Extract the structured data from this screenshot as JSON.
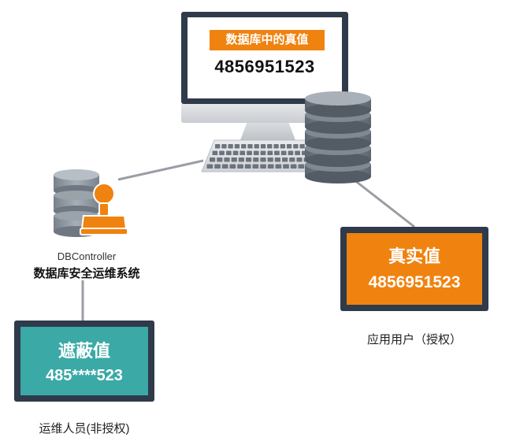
{
  "monitor": {
    "label": "数据库中的真值",
    "value": "4856951523"
  },
  "authorized_user": {
    "title": "真实值",
    "value": "4856951523",
    "caption": "应用用户（授权）"
  },
  "controller": {
    "name": "DBController",
    "description": "数据库安全运维系统"
  },
  "ops_user": {
    "title": "遮蔽值",
    "value": "485****523",
    "caption": "运维人员(非授权)"
  },
  "colors": {
    "orange": "#f0820f",
    "teal": "#3ba9a6",
    "frame": "#2f3a4a",
    "connector": "#9a9ea4"
  },
  "icons": {
    "server": "database-stack-icon",
    "controller": "database-with-stamp-icon",
    "keyboard": "keyboard-icon"
  }
}
